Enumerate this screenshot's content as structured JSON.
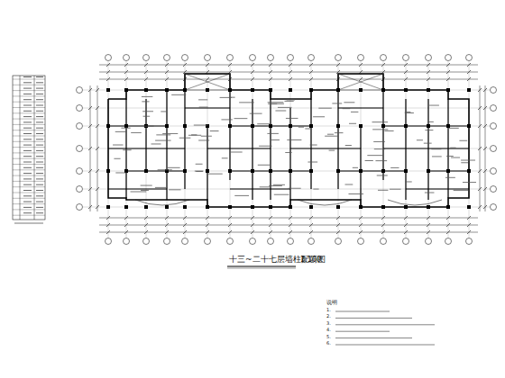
{
  "diagram": {
    "title": "十三~二十七层墙柱配筋图",
    "labels": [
      "1:100",
      "说明",
      "1.",
      "2.",
      "3.",
      "4.",
      "5.",
      "6."
    ]
  }
}
